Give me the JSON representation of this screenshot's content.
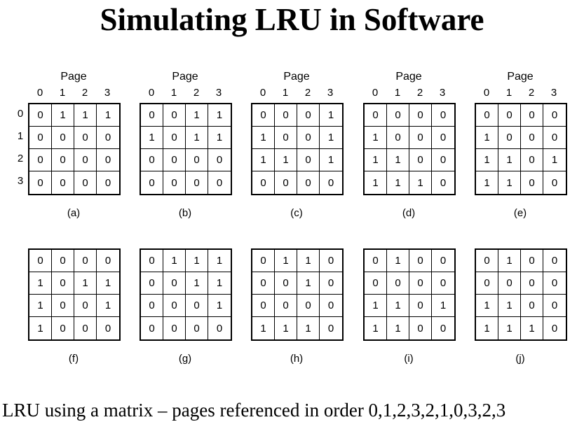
{
  "title": "Simulating LRU in Software",
  "axis_label": "Page",
  "indices": [
    "0",
    "1",
    "2",
    "3"
  ],
  "panels": [
    {
      "label": "(a)",
      "matrix": [
        [
          0,
          1,
          1,
          1
        ],
        [
          0,
          0,
          0,
          0
        ],
        [
          0,
          0,
          0,
          0
        ],
        [
          0,
          0,
          0,
          0
        ]
      ]
    },
    {
      "label": "(b)",
      "matrix": [
        [
          0,
          0,
          1,
          1
        ],
        [
          1,
          0,
          1,
          1
        ],
        [
          0,
          0,
          0,
          0
        ],
        [
          0,
          0,
          0,
          0
        ]
      ]
    },
    {
      "label": "(c)",
      "matrix": [
        [
          0,
          0,
          0,
          1
        ],
        [
          1,
          0,
          0,
          1
        ],
        [
          1,
          1,
          0,
          1
        ],
        [
          0,
          0,
          0,
          0
        ]
      ]
    },
    {
      "label": "(d)",
      "matrix": [
        [
          0,
          0,
          0,
          0
        ],
        [
          1,
          0,
          0,
          0
        ],
        [
          1,
          1,
          0,
          0
        ],
        [
          1,
          1,
          1,
          0
        ]
      ]
    },
    {
      "label": "(e)",
      "matrix": [
        [
          0,
          0,
          0,
          0
        ],
        [
          1,
          0,
          0,
          0
        ],
        [
          1,
          1,
          0,
          1
        ],
        [
          1,
          1,
          0,
          0
        ]
      ]
    },
    {
      "label": "(f)",
      "matrix": [
        [
          0,
          0,
          0,
          0
        ],
        [
          1,
          0,
          1,
          1
        ],
        [
          1,
          0,
          0,
          1
        ],
        [
          1,
          0,
          0,
          0
        ]
      ]
    },
    {
      "label": "(g)",
      "matrix": [
        [
          0,
          1,
          1,
          1
        ],
        [
          0,
          0,
          1,
          1
        ],
        [
          0,
          0,
          0,
          1
        ],
        [
          0,
          0,
          0,
          0
        ]
      ]
    },
    {
      "label": "(h)",
      "matrix": [
        [
          0,
          1,
          1,
          0
        ],
        [
          0,
          0,
          1,
          0
        ],
        [
          0,
          0,
          0,
          0
        ],
        [
          1,
          1,
          1,
          0
        ]
      ]
    },
    {
      "label": "(i)",
      "matrix": [
        [
          0,
          1,
          0,
          0
        ],
        [
          0,
          0,
          0,
          0
        ],
        [
          1,
          1,
          0,
          1
        ],
        [
          1,
          1,
          0,
          0
        ]
      ]
    },
    {
      "label": "(j)",
      "matrix": [
        [
          0,
          1,
          0,
          0
        ],
        [
          0,
          0,
          0,
          0
        ],
        [
          1,
          1,
          0,
          0
        ],
        [
          1,
          1,
          1,
          0
        ]
      ]
    }
  ],
  "caption": "LRU using a matrix – pages referenced in order 0,1,2,3,2,1,0,3,2,3"
}
